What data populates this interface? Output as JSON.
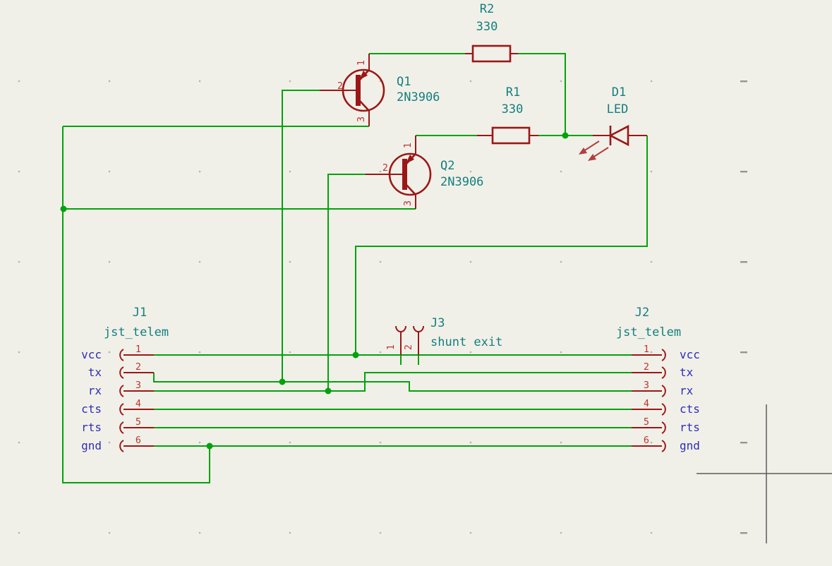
{
  "editor": {
    "kind": "schematic-canvas",
    "background": "#f1f0e8",
    "wire_color": "#00a30b",
    "symbol_color": "#9b1717",
    "field_color": "#127f7f",
    "pin_name_color": "#2d2dbe",
    "pin_number_color": "#bd3434"
  },
  "components": {
    "R2": {
      "ref": "R2",
      "value": "330"
    },
    "R1": {
      "ref": "R1",
      "value": "330"
    },
    "D1": {
      "ref": "D1",
      "value": "LED"
    },
    "Q1": {
      "ref": "Q1",
      "value": "2N3906",
      "pin1": "1",
      "pin2": "2",
      "pin3": "3"
    },
    "Q2": {
      "ref": "Q2",
      "value": "2N3906",
      "pin1": "1",
      "pin2": "2",
      "pin3": "3"
    },
    "J3": {
      "ref": "J3",
      "value": "shunt exit",
      "pin1": "1",
      "pin2": "2"
    },
    "J1": {
      "ref": "J1",
      "value": "jst_telem",
      "pins": [
        {
          "num": "1",
          "name": "vcc"
        },
        {
          "num": "2",
          "name": "tx"
        },
        {
          "num": "3",
          "name": "rx"
        },
        {
          "num": "4",
          "name": "cts"
        },
        {
          "num": "5",
          "name": "rts"
        },
        {
          "num": "6",
          "name": "gnd"
        }
      ]
    },
    "J2": {
      "ref": "J2",
      "value": "jst_telem",
      "pins": [
        {
          "num": "1",
          "name": "vcc"
        },
        {
          "num": "2",
          "name": "tx"
        },
        {
          "num": "3",
          "name": "rx"
        },
        {
          "num": "4",
          "name": "cts"
        },
        {
          "num": "5",
          "name": "rts"
        },
        {
          "num": "6",
          "name": "gnd"
        }
      ]
    }
  }
}
